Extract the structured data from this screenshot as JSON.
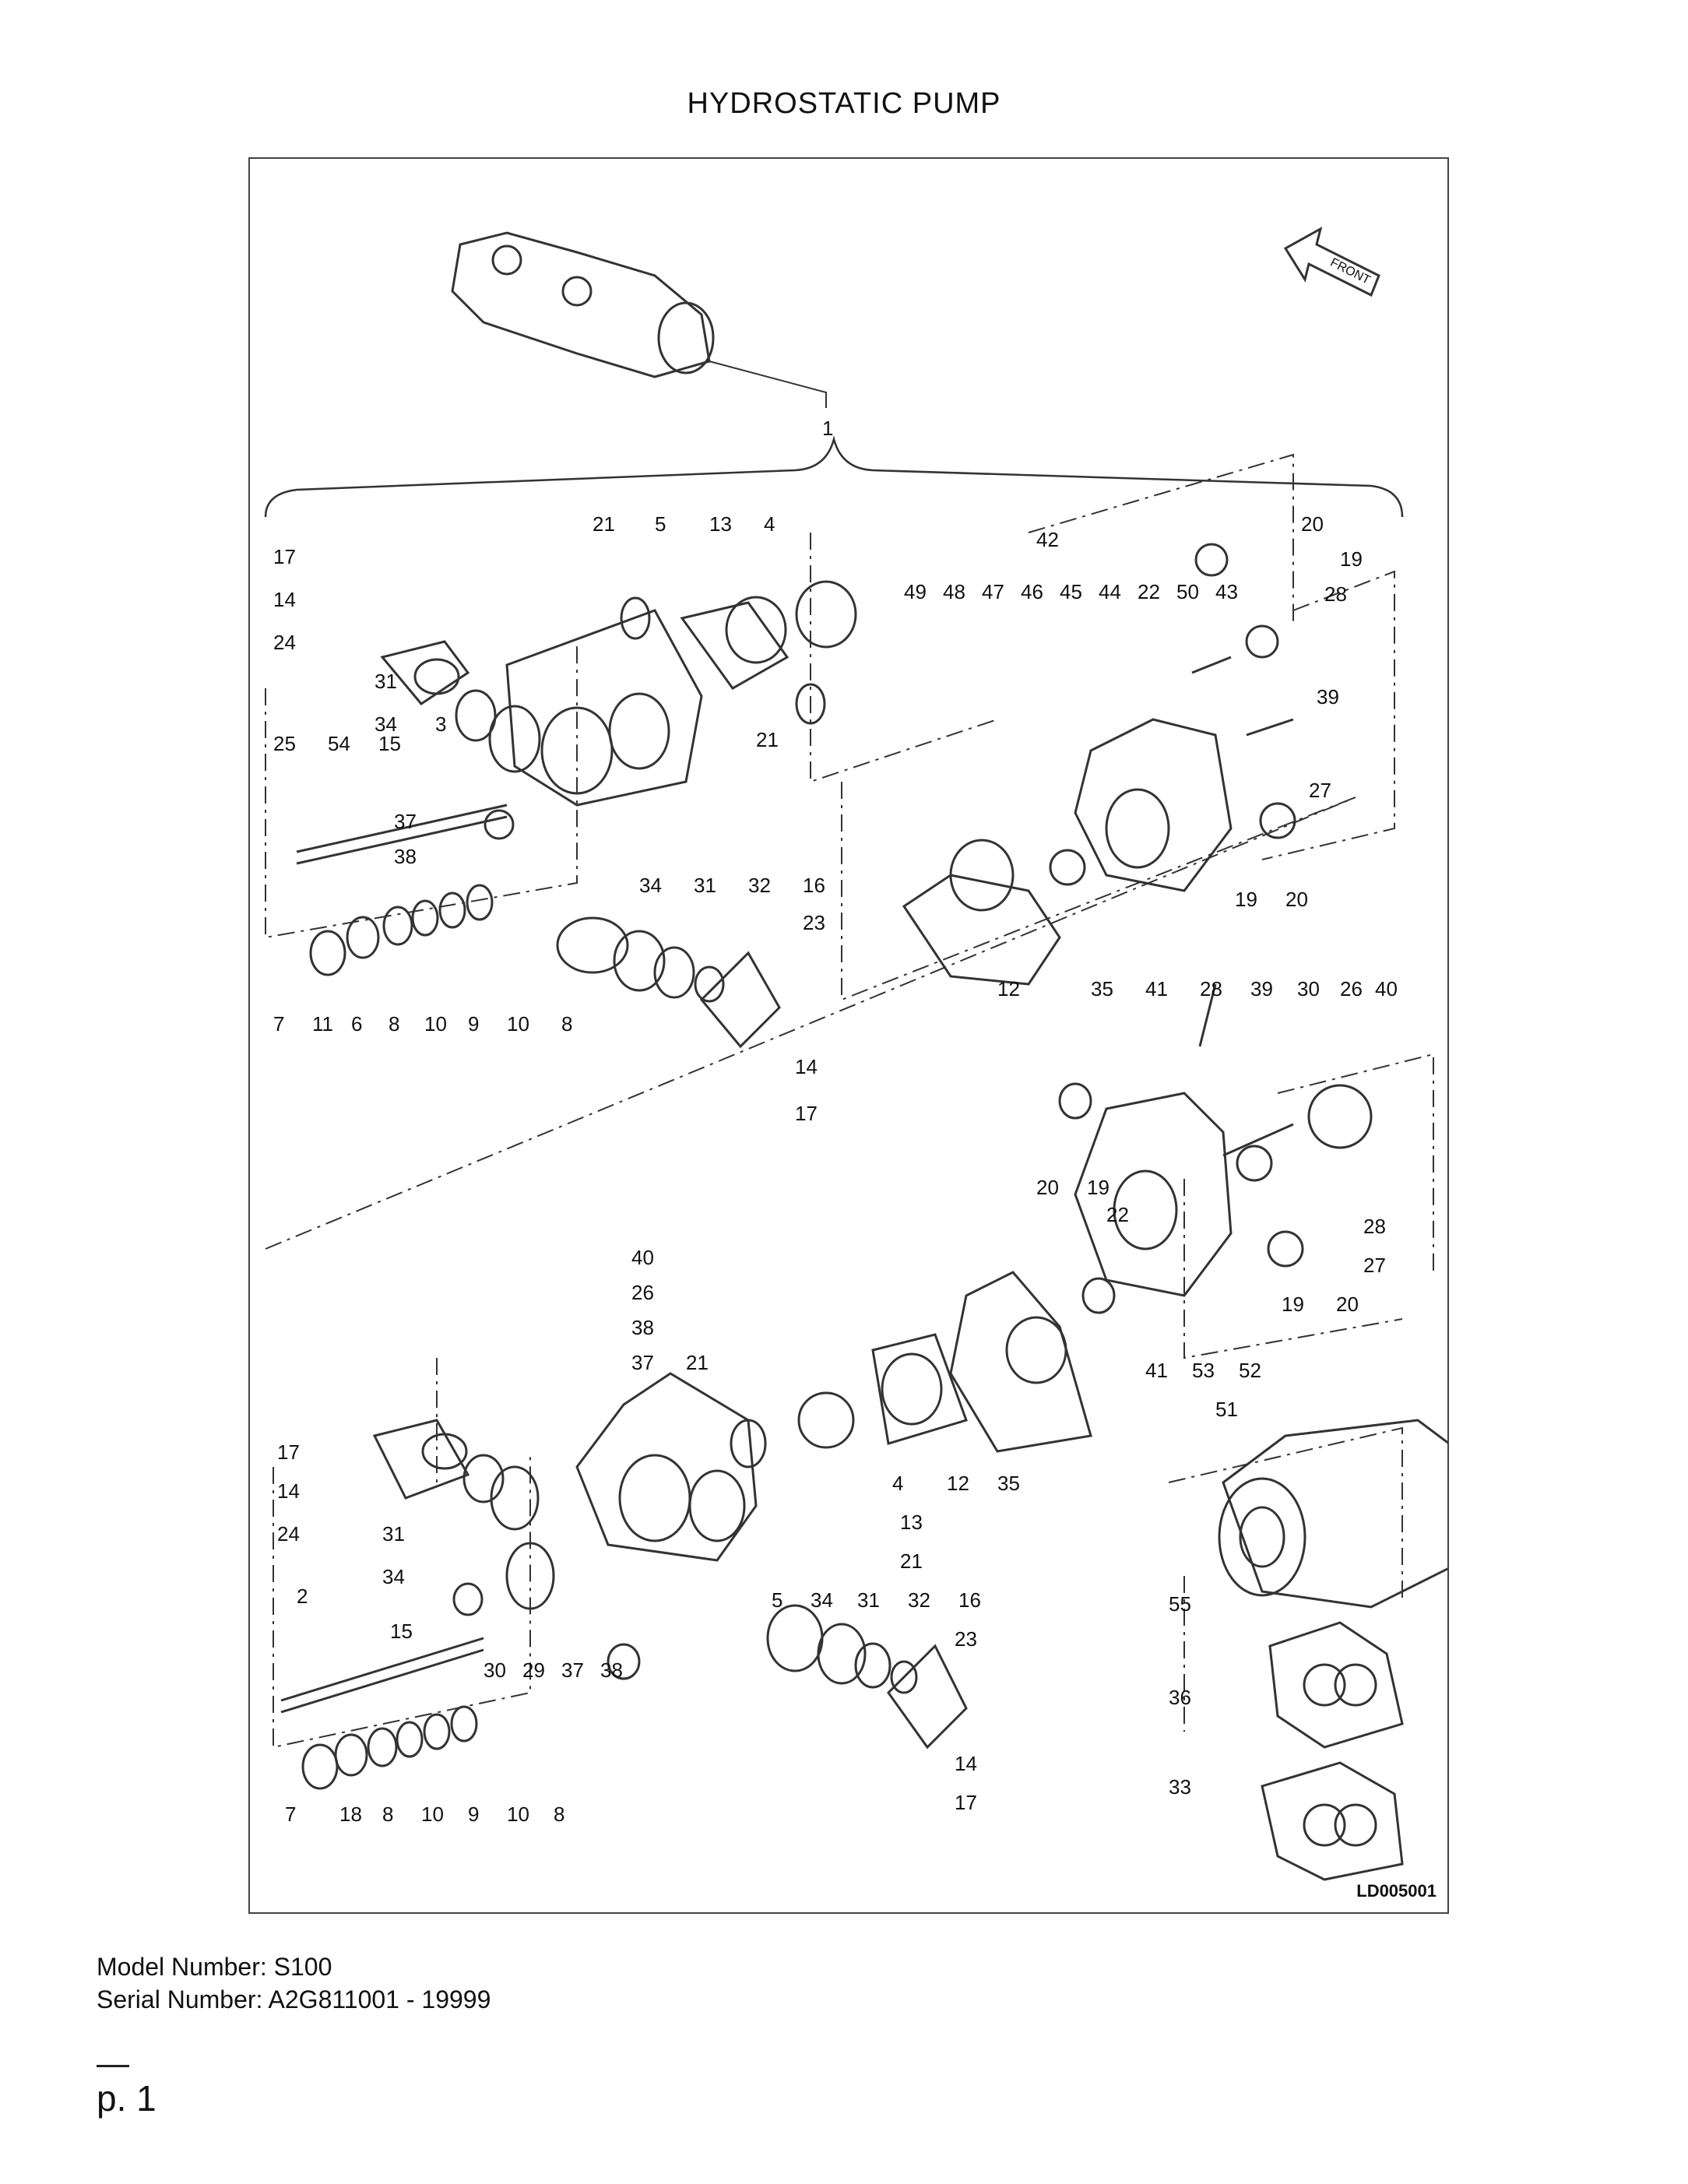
{
  "title": "HYDROSTATIC PUMP",
  "diagram": {
    "drawing_id": "LD005001",
    "front_label": "FRONT",
    "callouts": [
      "1",
      "17",
      "14",
      "24",
      "31",
      "34",
      "21",
      "5",
      "13",
      "4",
      "3",
      "21",
      "25",
      "54",
      "15",
      "37",
      "38",
      "7",
      "11",
      "6",
      "8",
      "10",
      "9",
      "10",
      "8",
      "34",
      "31",
      "32",
      "16",
      "23",
      "14",
      "17",
      "42",
      "49",
      "48",
      "47",
      "46",
      "45",
      "44",
      "22",
      "50",
      "43",
      "20",
      "19",
      "28",
      "39",
      "27",
      "19",
      "20",
      "12",
      "35",
      "41",
      "28",
      "39",
      "30",
      "26",
      "40",
      "20",
      "19",
      "22",
      "41",
      "53",
      "52",
      "51",
      "28",
      "27",
      "19",
      "20",
      "40",
      "26",
      "38",
      "37",
      "21",
      "17",
      "14",
      "24",
      "31",
      "34",
      "2",
      "15",
      "30",
      "29",
      "37",
      "38",
      "4",
      "12",
      "35",
      "13",
      "21",
      "5",
      "34",
      "31",
      "32",
      "16",
      "23",
      "14",
      "17",
      "7",
      "18",
      "8",
      "10",
      "9",
      "10",
      "8",
      "55",
      "36",
      "33"
    ]
  },
  "model_number": "Model Number: S100",
  "serial_number": "Serial Number: A2G811001 - 19999",
  "page": "p. 1"
}
